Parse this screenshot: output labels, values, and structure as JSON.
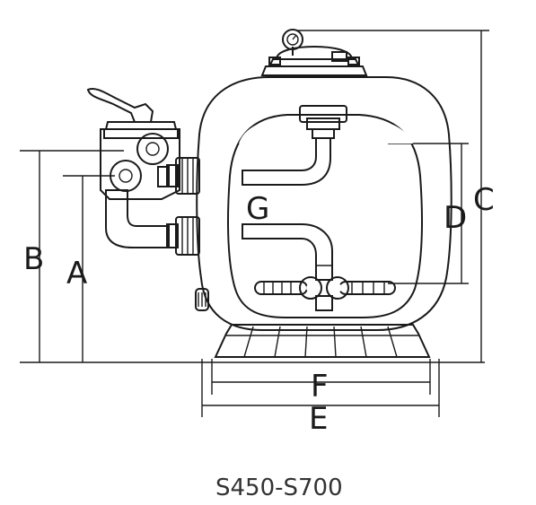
{
  "diagram": {
    "model": "S450-S700",
    "dimension_labels": {
      "A": "A",
      "B": "B",
      "C": "C",
      "D": "D",
      "E": "E",
      "F": "F",
      "G": "G"
    }
  },
  "colors": {
    "ink": "#1a1a1a",
    "sand": "#f3f3f3",
    "caption": "#333333"
  }
}
